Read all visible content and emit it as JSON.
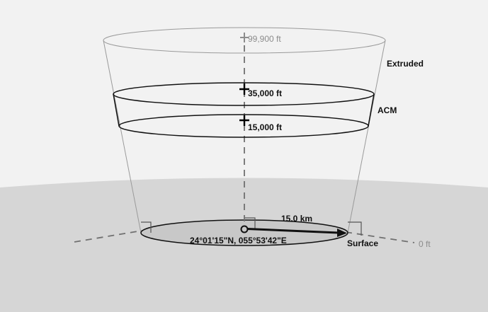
{
  "diagram": {
    "top_altitude": "99,900 ft",
    "extruded_label": "Extruded",
    "acm_label": "ACM",
    "upper_altitude": "35,000 ft",
    "lower_altitude": "15,000 ft",
    "radius_label": "15.0 km",
    "coordinates": "24°01'15\"N, 055°53'42\"E",
    "surface_label": "Surface",
    "ground_altitude": "0 ft"
  },
  "colors": {
    "sky": "#f2f2f2",
    "ground": "#d6d6d6",
    "base_fill": "#c8c8c8",
    "outline": "#000000",
    "faint_outline": "#9a9a9a"
  }
}
